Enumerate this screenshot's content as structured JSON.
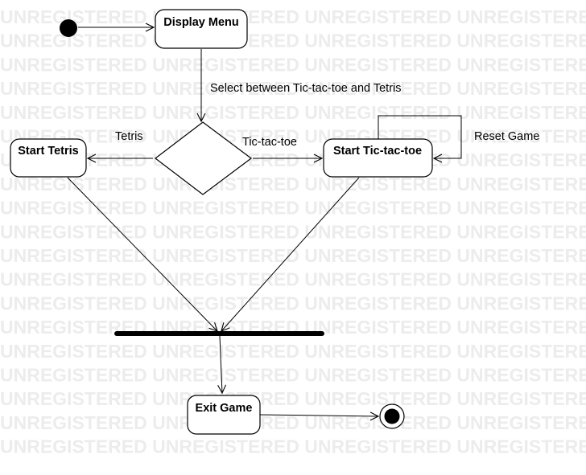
{
  "watermark": {
    "text": "UNREGISTERED UNREGISTERED UNREGISTERED UNREGISTERED",
    "color": "#ececec"
  },
  "nodes": {
    "display_menu": "Display Menu",
    "start_tetris": "Start Tetris",
    "start_tictactoe": "Start Tic-tac-toe",
    "exit_game": "Exit Game"
  },
  "edges": {
    "select": "Select between Tic-tac-toe and Tetris",
    "tetris": "Tetris",
    "tictactoe": "Tic-tac-toe",
    "reset": "Reset Game"
  }
}
